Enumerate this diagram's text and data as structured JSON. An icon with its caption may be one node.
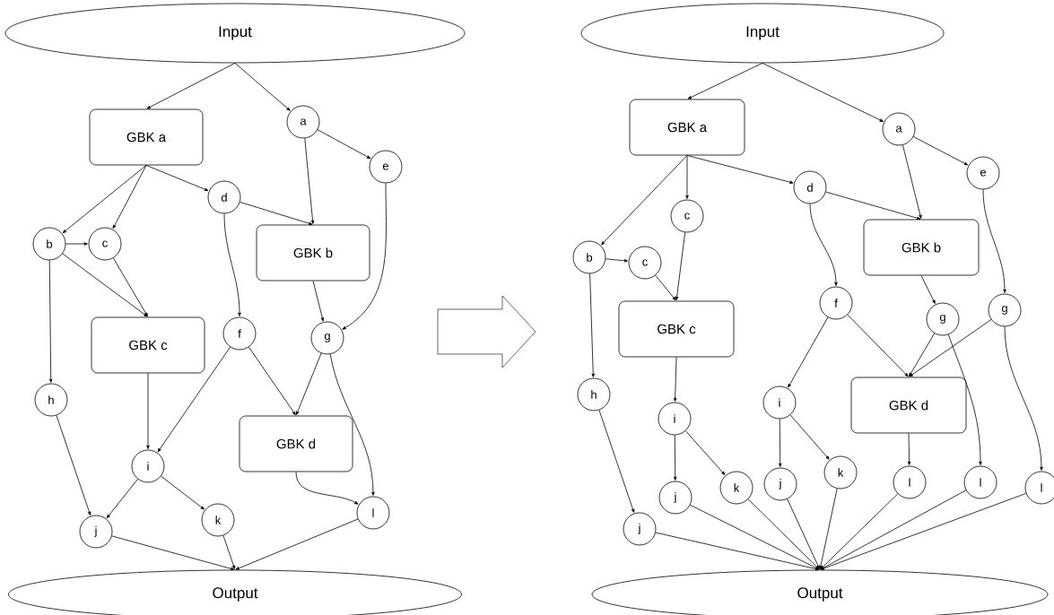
{
  "diagram": {
    "nodes": [
      {
        "text": [
          "Input"
        ]
      },
      {
        "text": [
          "GBK a"
        ]
      },
      {
        "text": [
          "a"
        ]
      },
      {
        "text": [
          "e"
        ]
      },
      {
        "text": [
          "d"
        ]
      },
      {
        "text": [
          "b"
        ]
      },
      {
        "text": [
          "c"
        ]
      },
      {
        "text": [
          "GBK b"
        ]
      },
      {
        "text": [
          "GBK c"
        ]
      },
      {
        "text": [
          "f"
        ]
      },
      {
        "text": [
          "g"
        ]
      },
      {
        "text": [
          "h"
        ]
      },
      {
        "text": [
          "GBK d"
        ]
      },
      {
        "text": [
          "i"
        ]
      },
      {
        "text": [
          "l"
        ]
      },
      {
        "text": [
          "j"
        ]
      },
      {
        "text": [
          "k"
        ]
      },
      {
        "text": [
          "Output"
        ]
      },
      {
        "text": [
          "Input"
        ]
      },
      {
        "text": [
          "GBK a"
        ]
      },
      {
        "text": [
          "a"
        ]
      },
      {
        "text": [
          "e"
        ]
      },
      {
        "text": [
          "d"
        ]
      },
      {
        "text": [
          "c"
        ]
      },
      {
        "text": [
          "b"
        ]
      },
      {
        "text": [
          "c"
        ]
      },
      {
        "text": [
          "GBK b"
        ]
      },
      {
        "text": [
          "GBK c"
        ]
      },
      {
        "text": [
          "f"
        ]
      },
      {
        "text": [
          "g"
        ]
      },
      {
        "text": [
          "g"
        ]
      },
      {
        "text": [
          "h"
        ]
      },
      {
        "text": [
          "i"
        ]
      },
      {
        "text": [
          "i"
        ]
      },
      {
        "text": [
          "GBK d"
        ]
      },
      {
        "text": [
          "j"
        ]
      },
      {
        "text": [
          "k"
        ]
      },
      {
        "text": [
          "j"
        ]
      },
      {
        "text": [
          "k"
        ]
      },
      {
        "text": [
          "l"
        ]
      },
      {
        "text": [
          "l"
        ]
      },
      {
        "text": [
          "l"
        ]
      },
      {
        "text": [
          "j"
        ]
      },
      {
        "text": [
          "Output"
        ]
      }
    ],
    "edges": [
      {
        "from": 0,
        "to": 1,
        "arrow": "to"
      },
      {
        "from": 0,
        "to": 2,
        "arrow": "to"
      },
      {
        "from": 1,
        "to": 5,
        "arrow": "to"
      },
      {
        "from": 1,
        "to": 6,
        "arrow": "to"
      },
      {
        "from": 1,
        "to": 4,
        "arrow": "to"
      },
      {
        "from": 2,
        "to": 3,
        "arrow": "to"
      },
      {
        "from": 2,
        "to": 7,
        "arrow": "to"
      },
      {
        "from": 4,
        "to": 7,
        "arrow": "to"
      },
      {
        "from": 5,
        "to": 6,
        "arrow": "to"
      },
      {
        "from": 5,
        "to": 8,
        "arrow": "to"
      },
      {
        "from": 6,
        "to": 8,
        "arrow": "to"
      },
      {
        "from": 5,
        "to": 11,
        "arrow": "to"
      },
      {
        "from": 4,
        "to": 9,
        "arrow": "to"
      },
      {
        "from": 7,
        "to": 10,
        "arrow": "to"
      },
      {
        "from": 3,
        "to": 10,
        "arrow": "to"
      },
      {
        "from": 8,
        "to": 13,
        "arrow": "to"
      },
      {
        "from": 9,
        "to": 13,
        "arrow": "to"
      },
      {
        "from": 9,
        "to": 12,
        "arrow": "to"
      },
      {
        "from": 10,
        "to": 12,
        "arrow": "to"
      },
      {
        "from": 10,
        "to": 14,
        "arrow": "to"
      },
      {
        "from": 12,
        "to": 14,
        "arrow": "to"
      },
      {
        "from": 11,
        "to": 15,
        "arrow": "to"
      },
      {
        "from": 13,
        "to": 15,
        "arrow": "to"
      },
      {
        "from": 13,
        "to": 16,
        "arrow": "to"
      },
      {
        "from": 15,
        "to": 17,
        "arrow": "to"
      },
      {
        "from": 16,
        "to": 17,
        "arrow": "to"
      },
      {
        "from": 14,
        "to": 17,
        "arrow": "to"
      },
      {
        "from": 18,
        "to": 19,
        "arrow": "to"
      },
      {
        "from": 18,
        "to": 20,
        "arrow": "to"
      },
      {
        "from": 19,
        "to": 24,
        "arrow": "to"
      },
      {
        "from": 19,
        "to": 23,
        "arrow": "to"
      },
      {
        "from": 19,
        "to": 22,
        "arrow": "to"
      },
      {
        "from": 20,
        "to": 21,
        "arrow": "to"
      },
      {
        "from": 20,
        "to": 26,
        "arrow": "to"
      },
      {
        "from": 22,
        "to": 26,
        "arrow": "to"
      },
      {
        "from": 24,
        "to": 25,
        "arrow": "to"
      },
      {
        "from": 23,
        "to": 27,
        "arrow": "to"
      },
      {
        "from": 25,
        "to": 27,
        "arrow": "to"
      },
      {
        "from": 24,
        "to": 31,
        "arrow": "to"
      },
      {
        "from": 22,
        "to": 28,
        "arrow": "to"
      },
      {
        "from": 26,
        "to": 29,
        "arrow": "to"
      },
      {
        "from": 21,
        "to": 30,
        "arrow": "to"
      },
      {
        "from": 27,
        "to": 32,
        "arrow": "to"
      },
      {
        "from": 28,
        "to": 33,
        "arrow": "to"
      },
      {
        "from": 28,
        "to": 34,
        "arrow": "to"
      },
      {
        "from": 29,
        "to": 34,
        "arrow": "to"
      },
      {
        "from": 30,
        "to": 34,
        "arrow": "to"
      },
      {
        "from": 29,
        "to": 40,
        "arrow": "to"
      },
      {
        "from": 30,
        "to": 41,
        "arrow": "to"
      },
      {
        "from": 34,
        "to": 39,
        "arrow": "to"
      },
      {
        "from": 31,
        "to": 42,
        "arrow": "to"
      },
      {
        "from": 32,
        "to": 35,
        "arrow": "to"
      },
      {
        "from": 32,
        "to": 36,
        "arrow": "to"
      },
      {
        "from": 33,
        "to": 37,
        "arrow": "to"
      },
      {
        "from": 33,
        "to": 38,
        "arrow": "to"
      },
      {
        "from": 35,
        "to": 43,
        "arrow": "to"
      },
      {
        "from": 36,
        "to": 43,
        "arrow": "to"
      },
      {
        "from": 37,
        "to": 43,
        "arrow": "to"
      },
      {
        "from": 38,
        "to": 43,
        "arrow": "to"
      },
      {
        "from": 39,
        "to": 43,
        "arrow": "to"
      },
      {
        "from": 40,
        "to": 43,
        "arrow": "to"
      },
      {
        "from": 41,
        "to": 43,
        "arrow": "to"
      },
      {
        "from": 42,
        "to": 43,
        "arrow": "to"
      }
    ]
  }
}
